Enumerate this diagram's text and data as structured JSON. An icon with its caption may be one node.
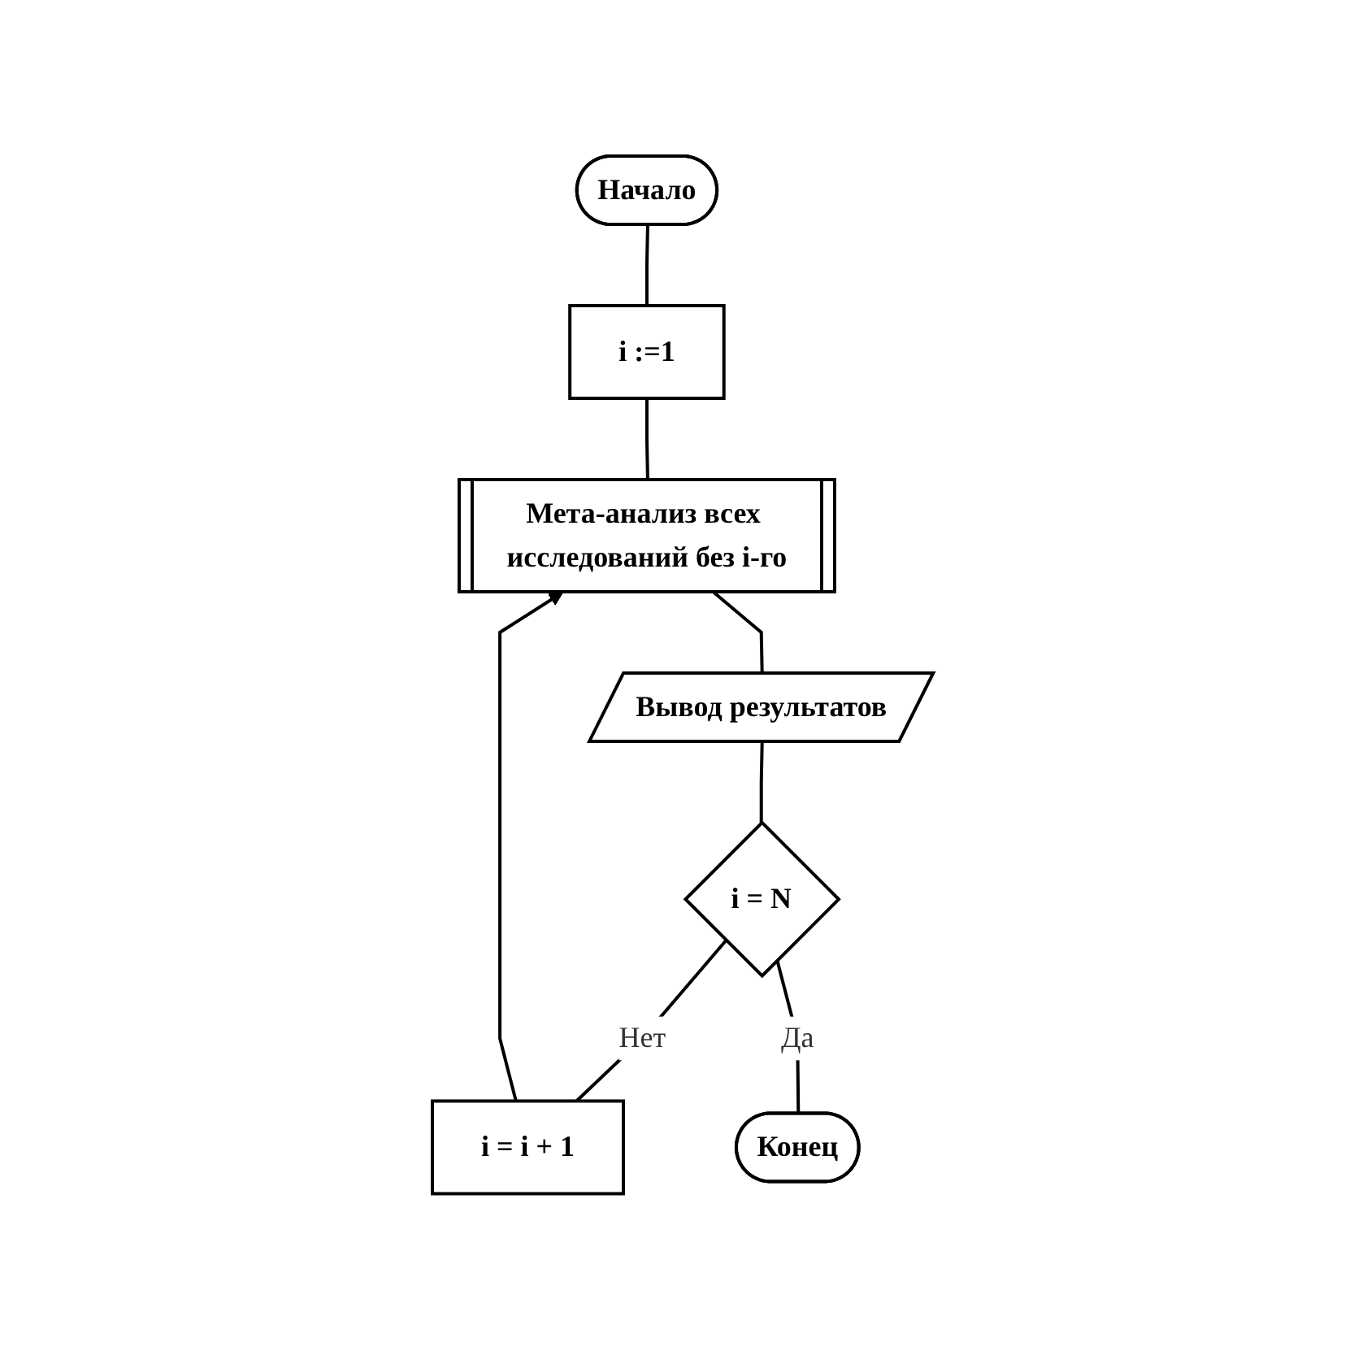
{
  "diagram": {
    "nodes": [
      {
        "text": [
          "Начало"
        ]
      },
      {
        "text": [
          "i :=1"
        ]
      },
      {
        "text": [
          "Мета-анализ всех исследований без i-го"
        ]
      },
      {
        "text": [
          "Вывод результатов"
        ]
      },
      {
        "text": [
          "i = N"
        ]
      },
      {
        "text": [
          "i = i + 1"
        ]
      },
      {
        "text": [
          "Конец"
        ]
      }
    ],
    "edges": [
      {
        "from": 0,
        "to": 1,
        "arrow": "none"
      },
      {
        "from": 1,
        "to": 2,
        "arrow": "none"
      },
      {
        "from": 2,
        "to": 3,
        "arrow": "none"
      },
      {
        "from": 3,
        "to": 4,
        "arrow": "none"
      },
      {
        "from": 4,
        "to": 5,
        "arrow": "none",
        "label": "Нет"
      },
      {
        "from": 5,
        "to": 2,
        "arrow": "to"
      },
      {
        "from": 4,
        "to": 6,
        "arrow": "none",
        "label": "Да"
      }
    ]
  }
}
